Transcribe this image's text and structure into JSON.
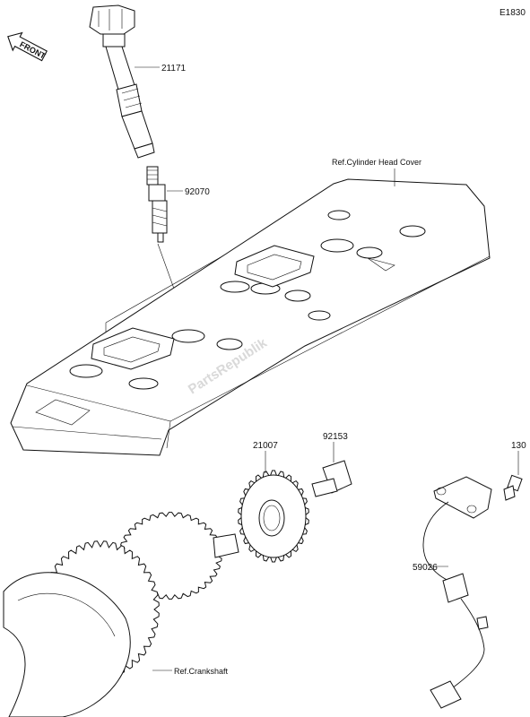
{
  "diagram_code": "E1830",
  "front_label": "FRONT",
  "watermark": "PartsRepublik",
  "parts": {
    "ignition_coil": "21171",
    "spark_plug": "92070",
    "gear": "21007",
    "bolt_92153": "92153",
    "bolt_130": "130",
    "sensor": "59026"
  },
  "references": {
    "cylinder_head_cover": "Ref.Cylinder Head Cover",
    "crankshaft": "Ref.Crankshaft"
  }
}
